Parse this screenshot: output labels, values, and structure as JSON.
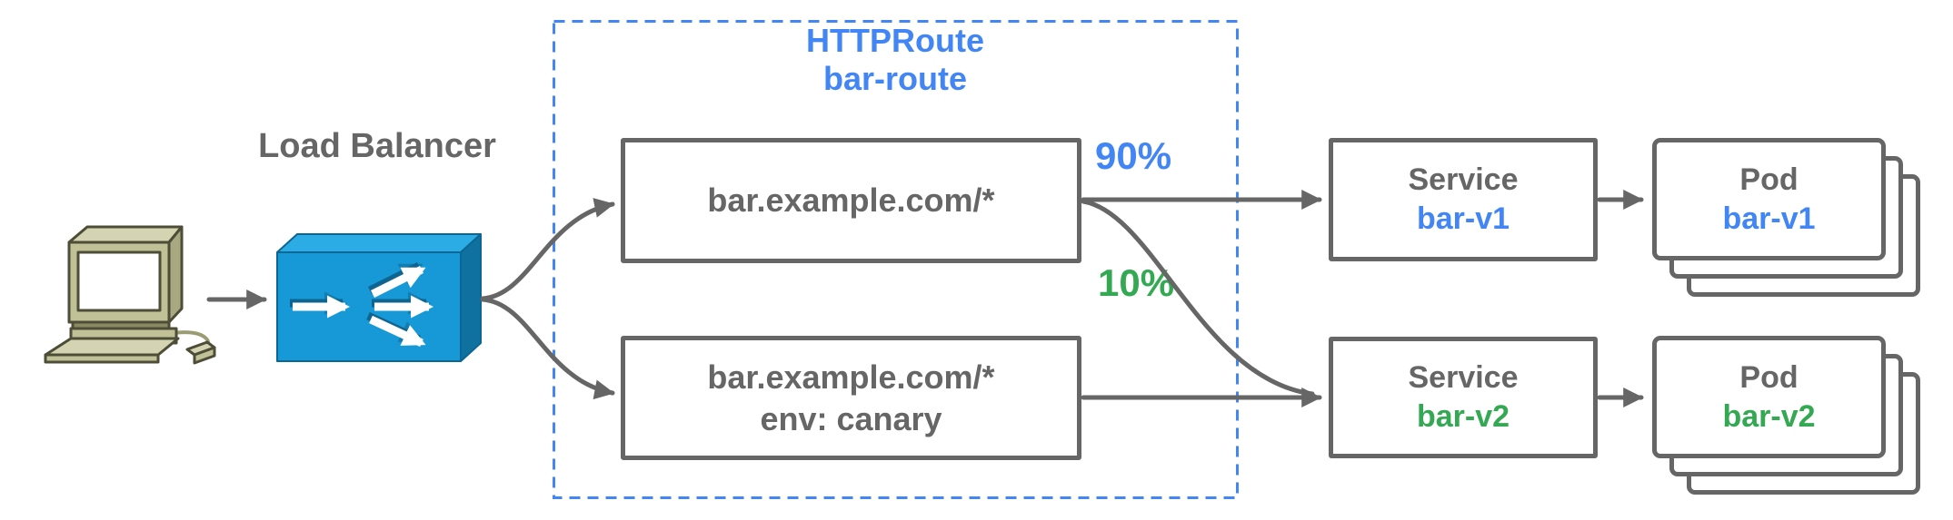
{
  "colors": {
    "accent_blue": "#4285F4",
    "accent_green": "#34A853",
    "line_gray": "#666666",
    "lb_top": "#2CACE4",
    "lb_front": "#1699D6",
    "lb_side": "#0F719F"
  },
  "client": {
    "icon": "desktop-computer-icon"
  },
  "load_balancer": {
    "label": "Load Balancer",
    "icon": "load-balancer-icon"
  },
  "httproute": {
    "title_line1": "HTTPRoute",
    "title_line2": "bar-route",
    "rules": [
      {
        "match": "bar.example.com/*"
      },
      {
        "match": "bar.example.com/*",
        "header": "env: canary"
      }
    ]
  },
  "traffic_split": {
    "to_v1": "90%",
    "to_v2": "10%"
  },
  "services": [
    {
      "kind": "Service",
      "name": "bar-v1",
      "name_color": "#4285F4"
    },
    {
      "kind": "Service",
      "name": "bar-v2",
      "name_color": "#34A853"
    }
  ],
  "pods": [
    {
      "kind": "Pod",
      "name": "bar-v1",
      "name_color": "#4285F4",
      "stack_count": 3
    },
    {
      "kind": "Pod",
      "name": "bar-v2",
      "name_color": "#34A853",
      "stack_count": 3
    }
  ]
}
